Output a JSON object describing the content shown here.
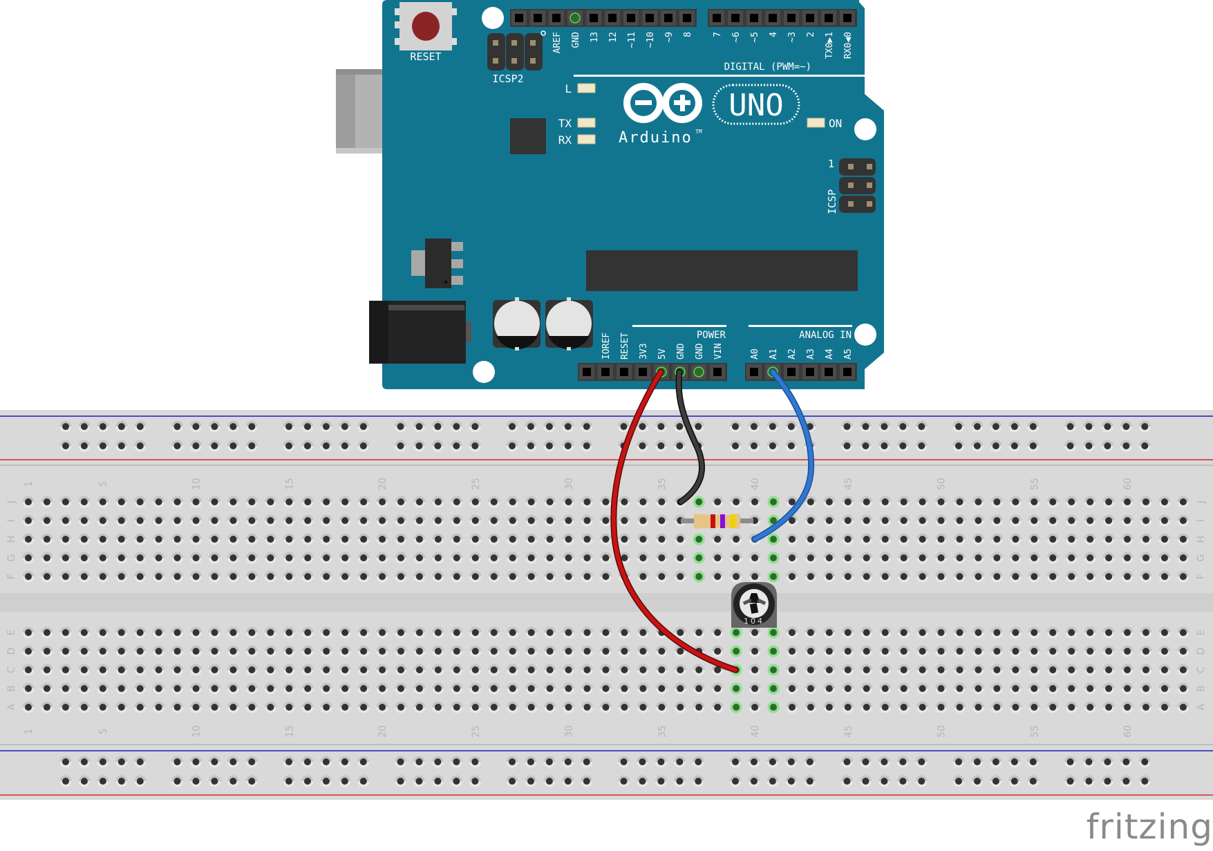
{
  "watermark": "fritzing",
  "colors": {
    "pcb": "#12758f",
    "breadboard": "#d9d9d9",
    "rail_blue": "#1b1bc8",
    "rail_red": "#d8282e",
    "hole": "#333333",
    "hole_ring": "#c4c4c4",
    "connected": "#5ad45a",
    "wire_red": "#c81414",
    "wire_black": "#303030",
    "wire_blue": "#2f78d4"
  },
  "arduino": {
    "model": "UNO",
    "brand": "Arduino",
    "trademark": "TM",
    "reset_label": "RESET",
    "icsp2_label": "ICSP2",
    "icsp_label": "ICSP",
    "icsp_pin1": "1",
    "digital_label": "DIGITAL (PWM=~)",
    "power_label": "POWER",
    "analog_label": "ANALOG IN",
    "led_labels": {
      "l": "L",
      "tx": "TX",
      "rx": "RX",
      "on": "ON"
    },
    "digital_pins_left": [
      "AREF",
      "GND",
      "13",
      "12",
      "~11",
      "~10",
      "~9",
      "8"
    ],
    "digital_pins_right": [
      "7",
      "~6",
      "~5",
      "4",
      "~3",
      "2",
      "TX0▶1",
      "RX0◀0"
    ],
    "power_pins": [
      "IOREF",
      "RESET",
      "3V3",
      "5V",
      "GND",
      "GND",
      "VIN"
    ],
    "analog_pins": [
      "A0",
      "A1",
      "A2",
      "A3",
      "A4",
      "A5"
    ]
  },
  "breadboard": {
    "columns": 63,
    "column_labels": [
      "1",
      "5",
      "10",
      "15",
      "20",
      "25",
      "30",
      "35",
      "40",
      "45",
      "50",
      "55",
      "60"
    ],
    "top_rows": [
      "J",
      "I",
      "H",
      "G",
      "F"
    ],
    "bottom_rows": [
      "E",
      "D",
      "C",
      "B",
      "A"
    ]
  },
  "components": {
    "resistor": {
      "bands": [
        "#c81010",
        "#8a10d8",
        "#f0d000"
      ],
      "body": "#e6c486"
    },
    "potentiometer": {
      "label": "104"
    }
  },
  "connections": [
    {
      "wire": "red",
      "from": "5V",
      "to": "C39"
    },
    {
      "wire": "black",
      "from": "GND",
      "to": "J37"
    },
    {
      "wire": "blue",
      "from": "A1",
      "to": "H41"
    }
  ]
}
